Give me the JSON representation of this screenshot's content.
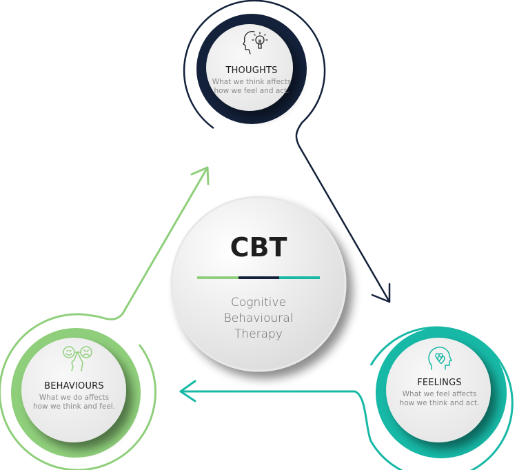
{
  "center": {
    "abbr": "CBT",
    "subtitle_lines": [
      "Cognitive",
      "Behavioural",
      "Therapy"
    ]
  },
  "nodes": {
    "thoughts": {
      "title": "THOUGHTS",
      "desc_lines": [
        "What we think affects",
        "how we feel and act."
      ],
      "icon": "head-lightbulb-icon",
      "color": "#13213a"
    },
    "feelings": {
      "title": "FEELINGS",
      "desc_lines": [
        "What we feel affects",
        "how we think and act."
      ],
      "icon": "head-hearts-icon",
      "color": "#17b8a6"
    },
    "behaviours": {
      "title": "BEHAVIOURS",
      "desc_lines": [
        "What we do affects",
        "how we think and feel."
      ],
      "icon": "happy-sad-faces-icon",
      "color": "#8fcf7b"
    }
  },
  "divider_colors": [
    "#8fcf7b",
    "#13213a",
    "#17b8a6"
  ]
}
